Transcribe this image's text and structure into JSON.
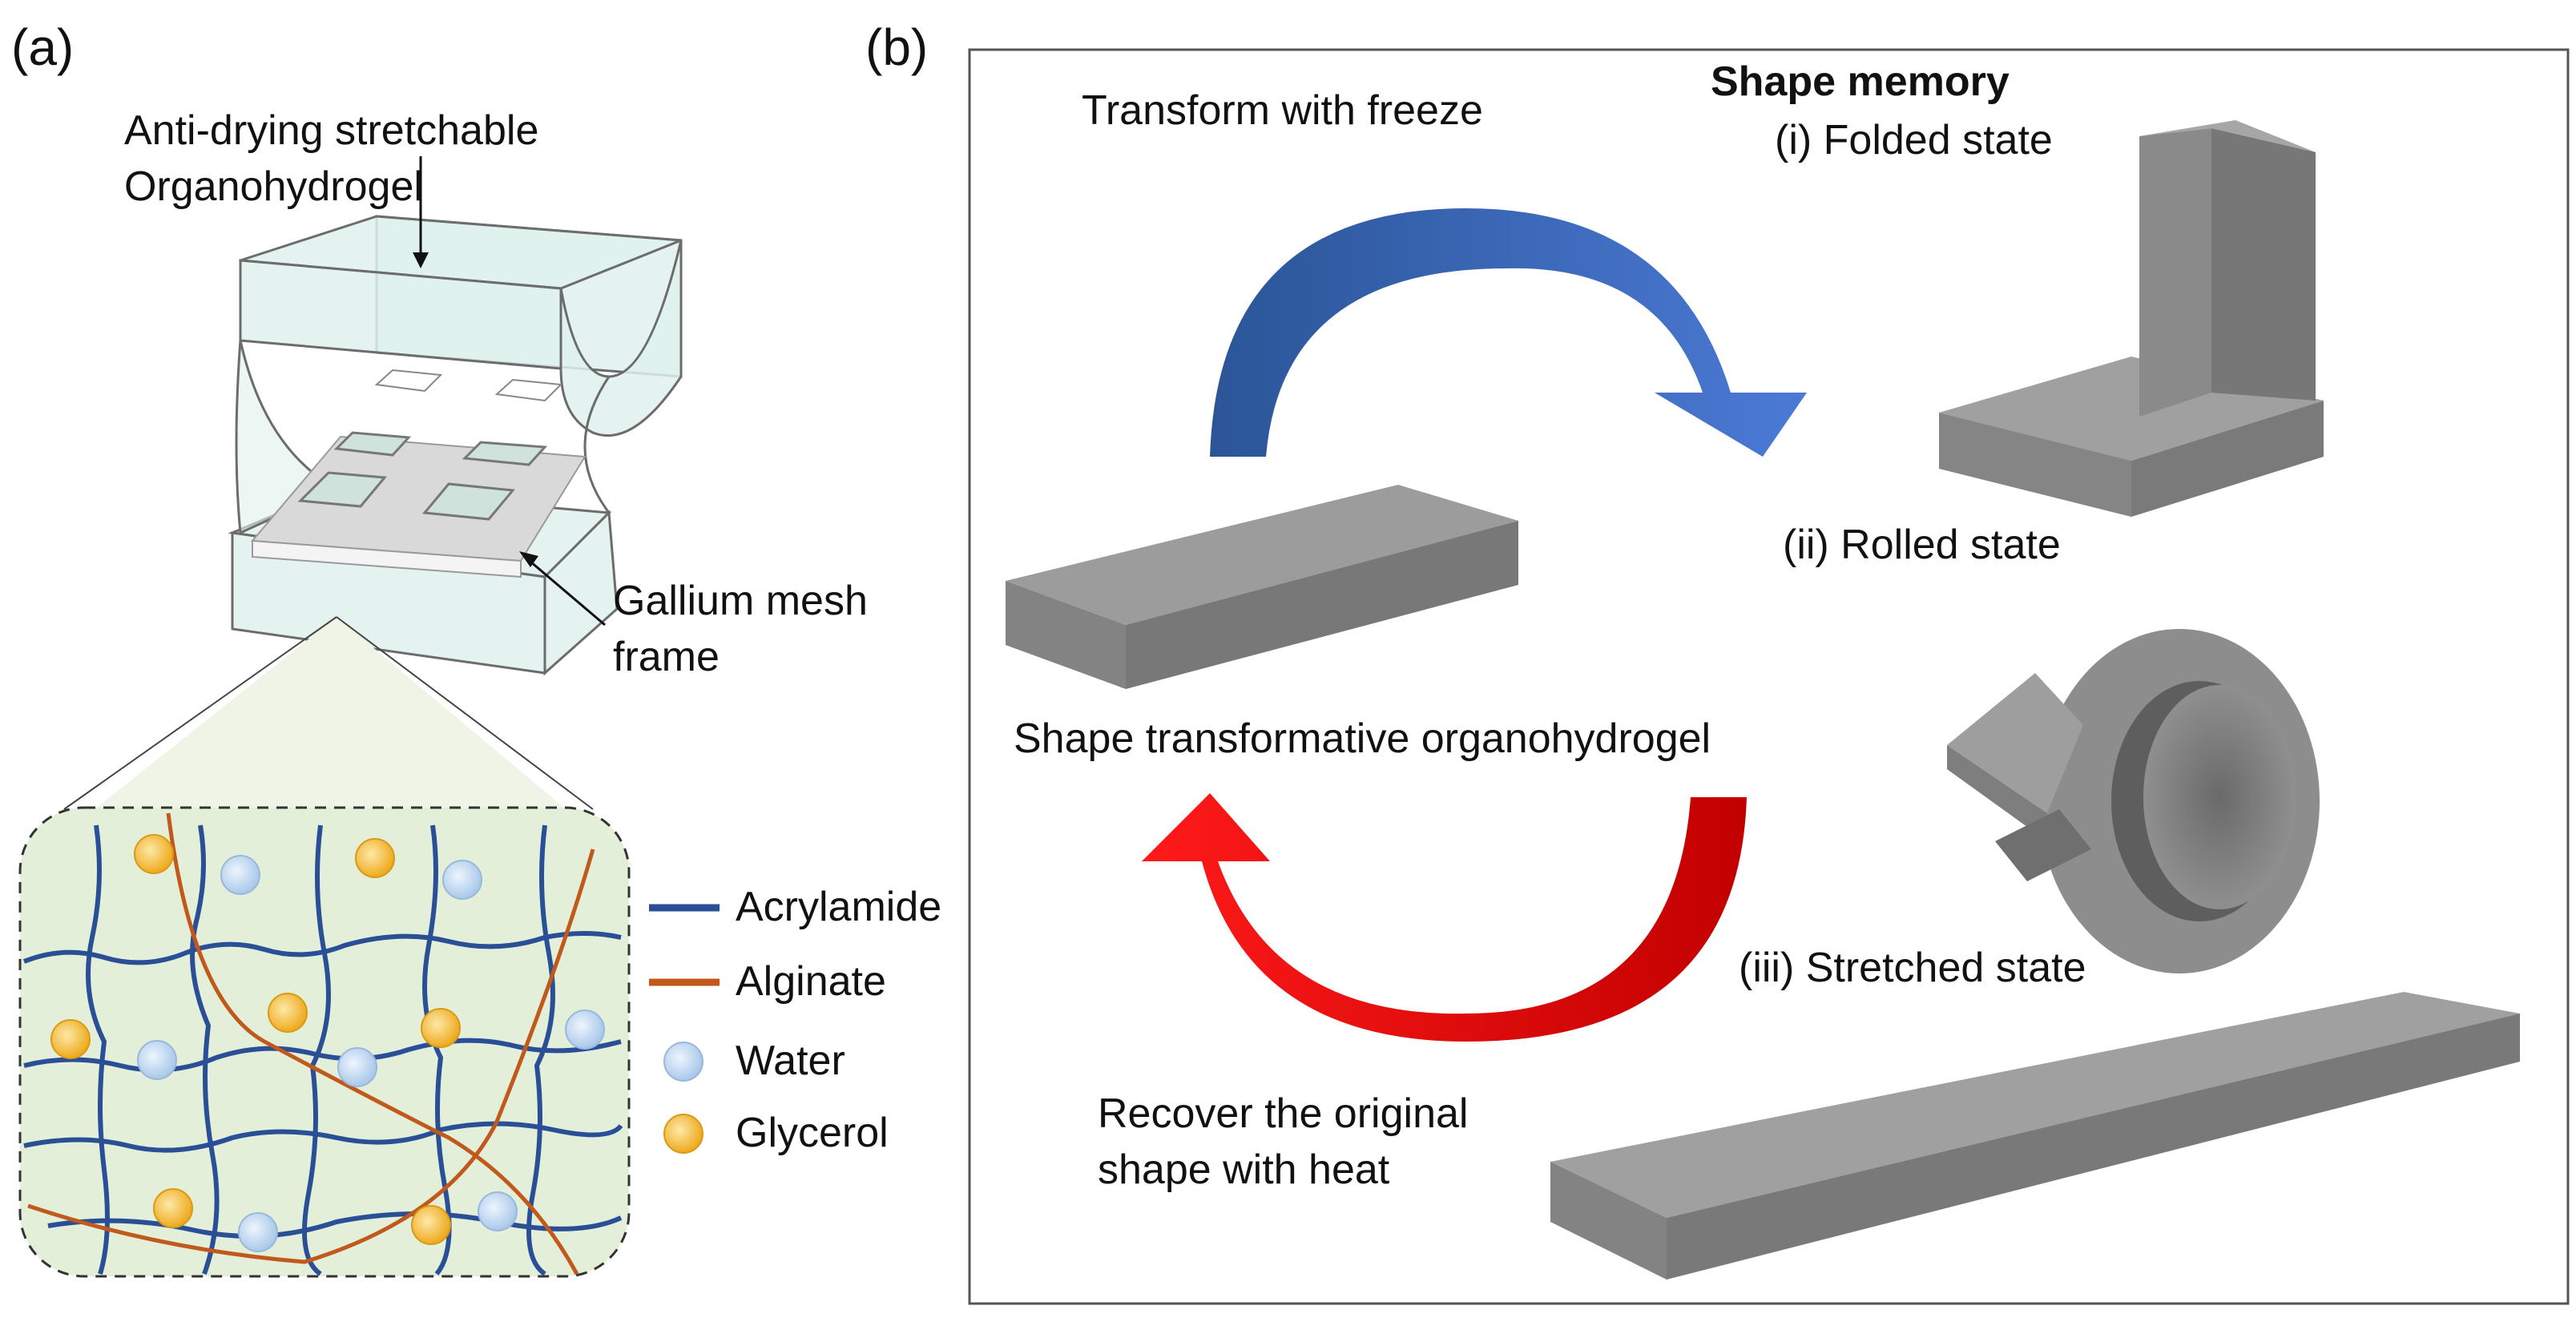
{
  "panel_a": {
    "label": "(a)",
    "top_callout": [
      "Anti-drying stretchable",
      "Organohydrogel"
    ],
    "mesh_callout": [
      "Gallium mesh",
      "frame"
    ],
    "legend": [
      {
        "label": "Acrylamide",
        "color": "#2a4f96",
        "kind": "line"
      },
      {
        "label": "Alginate",
        "color": "#c0591b",
        "kind": "line"
      },
      {
        "label": "Water",
        "color": "#b8d3ef",
        "kind": "dot"
      },
      {
        "label": "Glycerol",
        "color": "#f2b632",
        "kind": "dot"
      }
    ]
  },
  "panel_b": {
    "label": "(b)",
    "title": "Shape memory",
    "transform_label": "Transform with freeze",
    "center_label": "Shape transformative organohydrogel",
    "recover_label": [
      "Recover the original",
      "shape with heat"
    ],
    "states": [
      "(i) Folded state",
      "(ii) Rolled state",
      "(iii) Stretched state"
    ]
  },
  "colors": {
    "freeze_arrow": "#3f6fc6",
    "heat_arrow": "#e00000",
    "gel_fill": "#dff1ec",
    "matrix_bg": "#e4efd9",
    "block_gray": "#8e8e8e"
  }
}
